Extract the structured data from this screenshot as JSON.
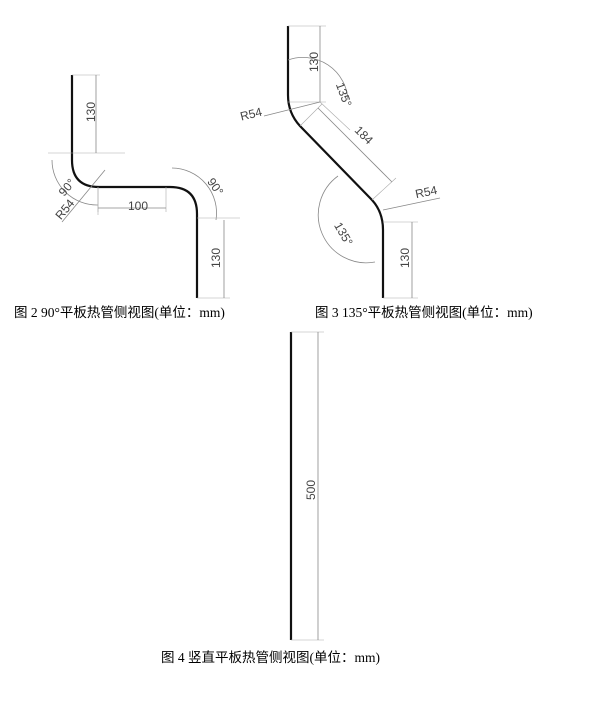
{
  "figures": {
    "fig2": {
      "caption": "图 2 90°平板热管侧视图(单位：mm)",
      "dims": {
        "top_length": "130",
        "bend_left": "90°",
        "radius": "R54",
        "middle_length": "100",
        "bend_right": "90°",
        "bottom_length": "130"
      }
    },
    "fig3": {
      "caption": "图 3 135°平板热管侧视图(单位：mm)",
      "dims": {
        "top_length": "130",
        "angle_top": "135°",
        "radius_top": "R54",
        "diag_length": "184",
        "radius_bottom": "R54",
        "angle_bottom": "135°",
        "bottom_length": "130"
      }
    },
    "fig4": {
      "caption": "图 4  竖直平板热管侧视图(单位：mm)",
      "dims": {
        "length": "500"
      }
    }
  },
  "colors": {
    "pipe": "#111111",
    "dimension": "#888888"
  }
}
